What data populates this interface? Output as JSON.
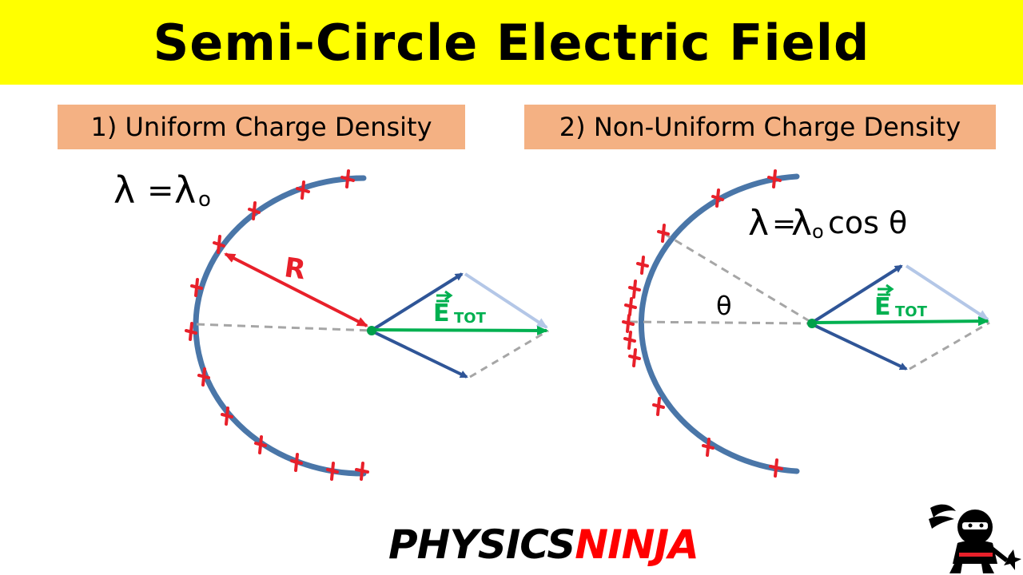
{
  "title": "Semi-Circle Electric Field",
  "panels": {
    "left": {
      "label": "1) Uniform Charge Density",
      "lambda_lhs": "λ",
      "lambda_eq": "=",
      "lambda_rhs": "λ",
      "lambda_sub": "o",
      "radius_label": "R",
      "field_symbol": "E",
      "field_sub": "TOT"
    },
    "right": {
      "label": "2) Non-Uniform Charge Density",
      "lambda_lhs": "λ",
      "lambda_eq": "=",
      "lambda_rhs": "λ",
      "lambda_sub": "o",
      "lambda_func": "cos θ",
      "angle_label": "θ",
      "field_symbol": "E",
      "field_sub": "TOT"
    }
  },
  "brand": {
    "part1": "PHYSICS",
    "part2": "NINJA"
  },
  "colors": {
    "title_bg": "#ffff00",
    "label_bg": "#f4b183",
    "arc": "#4a76a8",
    "charge": "#e8202a",
    "radius_arrow": "#e8202a",
    "component_arrow": "#2f5597",
    "field_arrow": "#00b050",
    "dashed": "#a6a6a6",
    "light_arrow": "#b4c7e7"
  },
  "icons": [
    "ninja-logo-icon"
  ]
}
